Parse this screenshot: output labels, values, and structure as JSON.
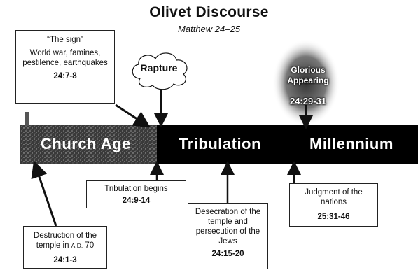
{
  "header": {
    "title": "Olivet Discourse",
    "subtitle": "Matthew 24–25"
  },
  "timeline": {
    "church_age": "Church Age",
    "tribulation": "Tribulation",
    "millennium": "Millennium"
  },
  "sign_box": {
    "heading": "“The sign”",
    "text": "World war, famines, pestilence, earthquakes",
    "ref": "24:7-8"
  },
  "rapture": {
    "label": "Rapture"
  },
  "glorious": {
    "line1": "Glorious",
    "line2": "Appearing",
    "ref": "24:29-31"
  },
  "destruction_box": {
    "text": "Destruction of the temple in",
    "era": "A.D.",
    "year": "70",
    "ref": "24:1-3"
  },
  "tribulation_box": {
    "text": "Tribulation begins",
    "ref": "24:9-14"
  },
  "desecration_box": {
    "text": "Desecration of the temple and persecution of the Jews",
    "ref": "24:15-20"
  },
  "judgment_box": {
    "text": "Judgment of the nations",
    "ref": "25:31-46"
  }
}
